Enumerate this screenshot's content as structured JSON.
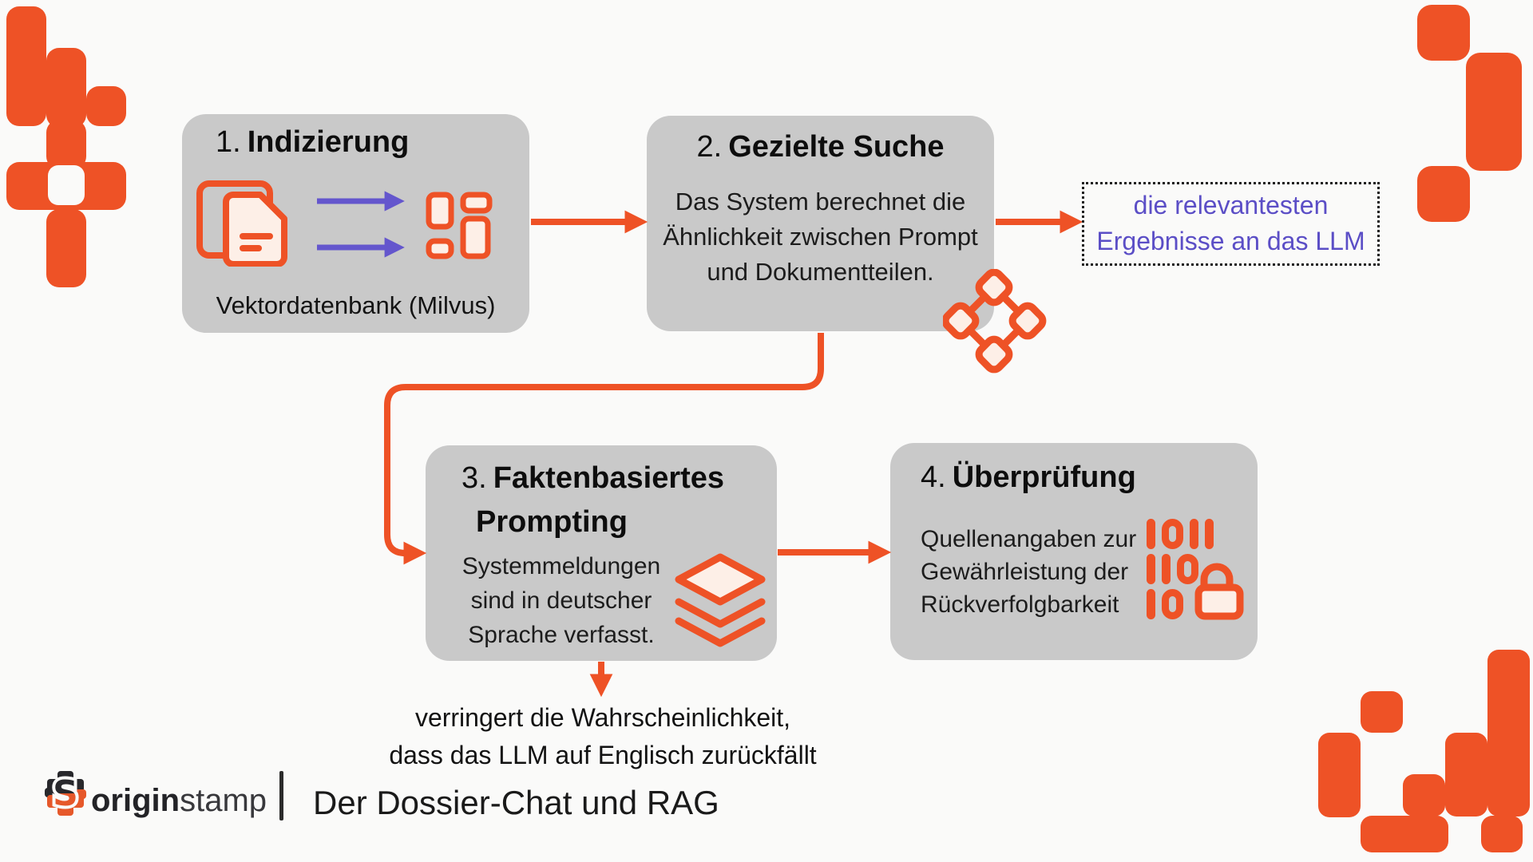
{
  "colors": {
    "accent_orange": "#ee5226",
    "logo_orange": "#e6582a",
    "purple_arrow": "#6456cd",
    "purple_text": "#5b4ec6",
    "card_grey": "#c9c9c9",
    "background": "#fafaf9",
    "ink": "#141414"
  },
  "steps": {
    "step1": {
      "number": "1.",
      "title": "Indizierung",
      "caption": "Vektordatenbank (Milvus)"
    },
    "step2": {
      "number": "2.",
      "title": "Gezielte Suche",
      "body_lines": [
        "Das System berechnet die",
        "Ähnlichkeit zwischen Prompt",
        "und Dokumentteilen."
      ]
    },
    "step3": {
      "number": "3.",
      "title_lines": [
        "Faktenbasiertes",
        "Prompting"
      ],
      "body_lines": [
        "Systemmeldungen",
        "sind in deutscher",
        "Sprache verfasst."
      ]
    },
    "step4": {
      "number": "4.",
      "title": "Überprüfung",
      "body_lines": [
        "Quellenangaben zur",
        "Gewährleistung der",
        "Rückverfolgbarkeit"
      ],
      "binary_rows": [
        "1011",
        "110",
        "10"
      ]
    }
  },
  "output_box": {
    "lines": [
      "die relevantesten",
      "Ergebnisse an das LLM"
    ]
  },
  "note": {
    "lines": [
      "verringert die Wahrscheinlichkeit,",
      "dass das LLM auf Englisch zurückfällt"
    ]
  },
  "footer": {
    "brand_bold": "origin",
    "brand_regular": "stamp",
    "title": "Der Dossier-Chat und RAG"
  }
}
